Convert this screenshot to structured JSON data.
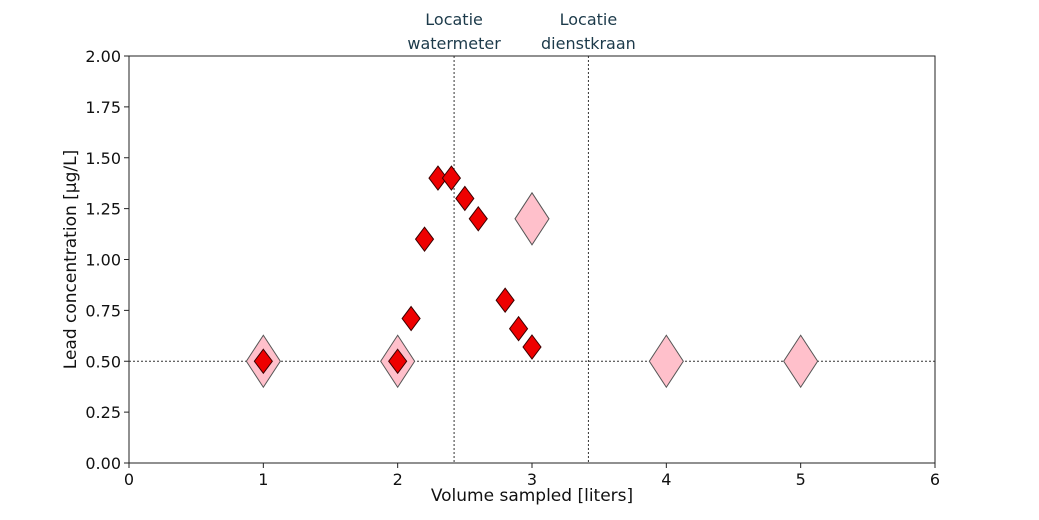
{
  "chart_data": {
    "type": "scatter",
    "xlabel": "Volume sampled [liters]",
    "ylabel": "Lead concentration [µg/L]",
    "xlim": [
      0,
      6
    ],
    "ylim": [
      0,
      2.0
    ],
    "xticks": [
      "0",
      "1",
      "2",
      "3",
      "4",
      "5",
      "6"
    ],
    "yticks": [
      "0.00",
      "0.25",
      "0.50",
      "0.75",
      "1.00",
      "1.25",
      "1.50",
      "1.75",
      "2.00"
    ],
    "grid": false,
    "reference_lines": [
      {
        "orientation": "horizontal",
        "y": 0.5
      },
      {
        "orientation": "vertical",
        "x": 2.42,
        "label_lines": [
          "Locatie",
          "watermeter"
        ]
      },
      {
        "orientation": "vertical",
        "x": 3.42,
        "label_lines": [
          "Locatie",
          "dienstkraan"
        ]
      }
    ],
    "series": [
      {
        "marker": "diamond",
        "size": "large",
        "color": "#ffc0cb",
        "points": [
          {
            "x": 1,
            "y": 0.5
          },
          {
            "x": 2,
            "y": 0.5
          },
          {
            "x": 3,
            "y": 1.2
          },
          {
            "x": 4,
            "y": 0.5
          },
          {
            "x": 5,
            "y": 0.5
          }
        ]
      },
      {
        "marker": "diamond",
        "size": "small",
        "color": "#ee0000",
        "points": [
          {
            "x": 1,
            "y": 0.5
          },
          {
            "x": 2,
            "y": 0.5
          },
          {
            "x": 2.1,
            "y": 0.71
          },
          {
            "x": 2.2,
            "y": 1.1
          },
          {
            "x": 2.3,
            "y": 1.4
          },
          {
            "x": 2.4,
            "y": 1.4
          },
          {
            "x": 2.5,
            "y": 1.3
          },
          {
            "x": 2.6,
            "y": 1.2
          },
          {
            "x": 2.8,
            "y": 0.8
          },
          {
            "x": 2.9,
            "y": 0.66
          },
          {
            "x": 3.0,
            "y": 0.57
          }
        ]
      }
    ]
  }
}
